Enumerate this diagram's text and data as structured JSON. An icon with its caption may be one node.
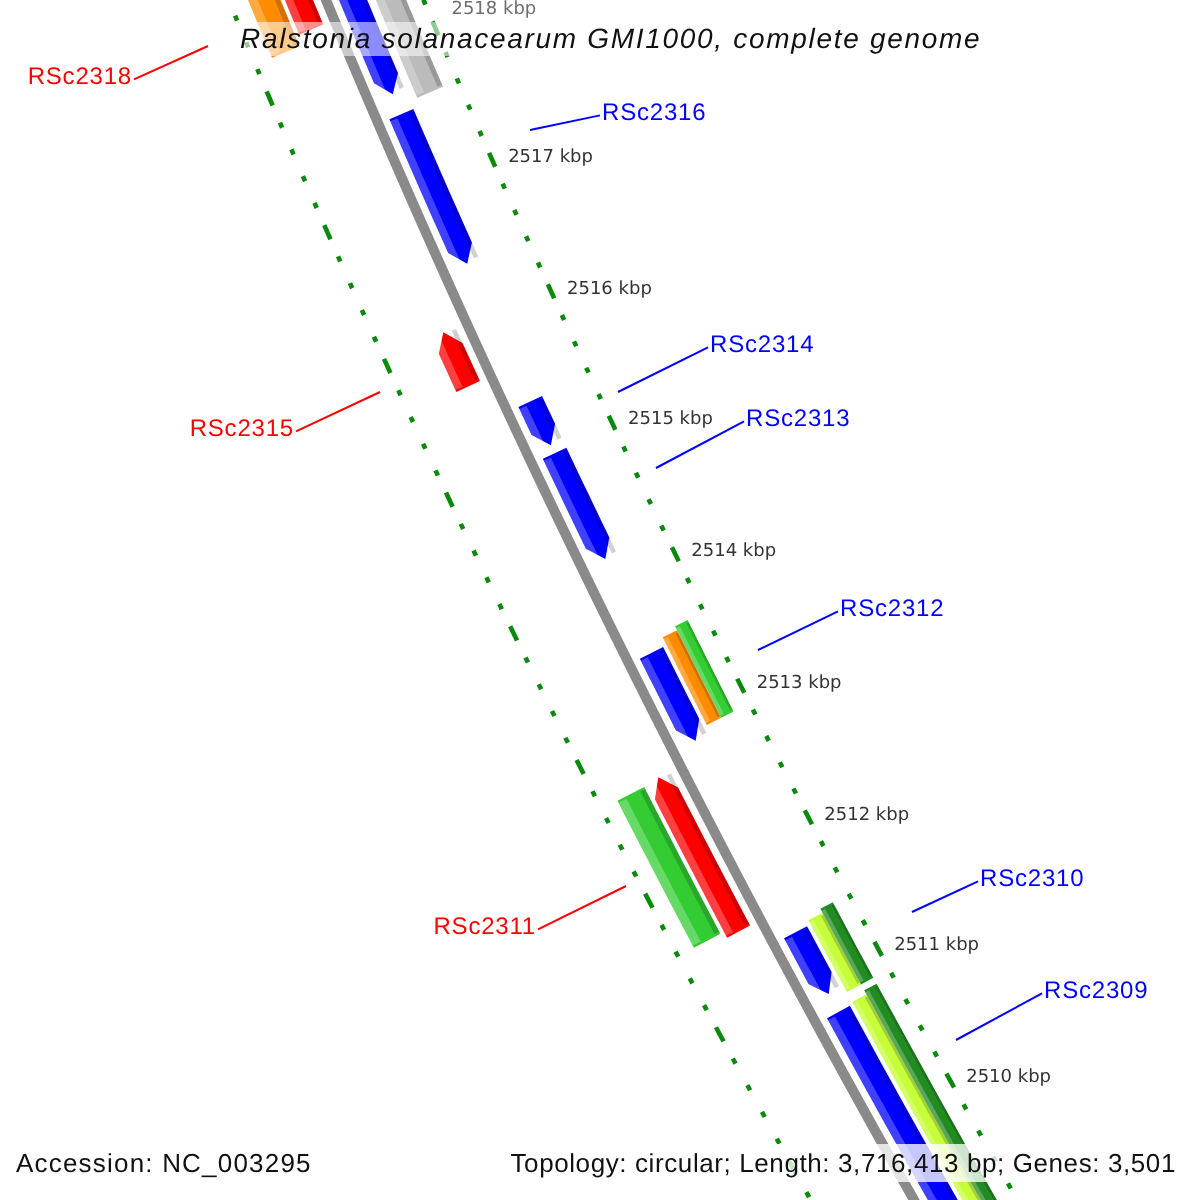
{
  "diagram": {
    "title": "Ralstonia solanacearum GMI1000, complete genome",
    "nodes": [
      {
        "text": [
          "RSc2318"
        ]
      },
      {
        "text": [
          "RSc2316"
        ]
      },
      {
        "text": [
          "RSc2314"
        ]
      },
      {
        "text": [
          "RSc2313"
        ]
      },
      {
        "text": [
          "RSc2315"
        ]
      },
      {
        "text": [
          "RSc2312"
        ]
      },
      {
        "text": [
          "RSc2310"
        ]
      },
      {
        "text": [
          "RSc2311"
        ]
      },
      {
        "text": [
          "RSc2309"
        ]
      }
    ],
    "edges": [
      {
        "from": 0,
        "to": null,
        "arrow": "none",
        "color": "#ff0000"
      },
      {
        "from": 1,
        "to": null,
        "arrow": "none"
      },
      {
        "from": 2,
        "to": null,
        "arrow": "none"
      },
      {
        "from": 3,
        "to": null,
        "arrow": "none"
      },
      {
        "from": 4,
        "to": null,
        "arrow": "none",
        "color": "#ff0000"
      },
      {
        "from": 5,
        "to": null,
        "arrow": "none"
      },
      {
        "from": 6,
        "to": null,
        "arrow": "none"
      },
      {
        "from": 7,
        "to": null,
        "arrow": "none",
        "color": "#ff0000"
      },
      {
        "from": 8,
        "to": null,
        "arrow": "none"
      }
    ],
    "labels": [
      "2518 kbp",
      "2517 kbp",
      "2516 kbp",
      "2515 kbp",
      "2514 kbp",
      "2513 kbp",
      "2512 kbp",
      "2511 kbp",
      "2510 kbp",
      "Accession: NC_003295",
      "Topology: circular; Length: 3,716,413 bp; Genes: 3,501"
    ]
  }
}
